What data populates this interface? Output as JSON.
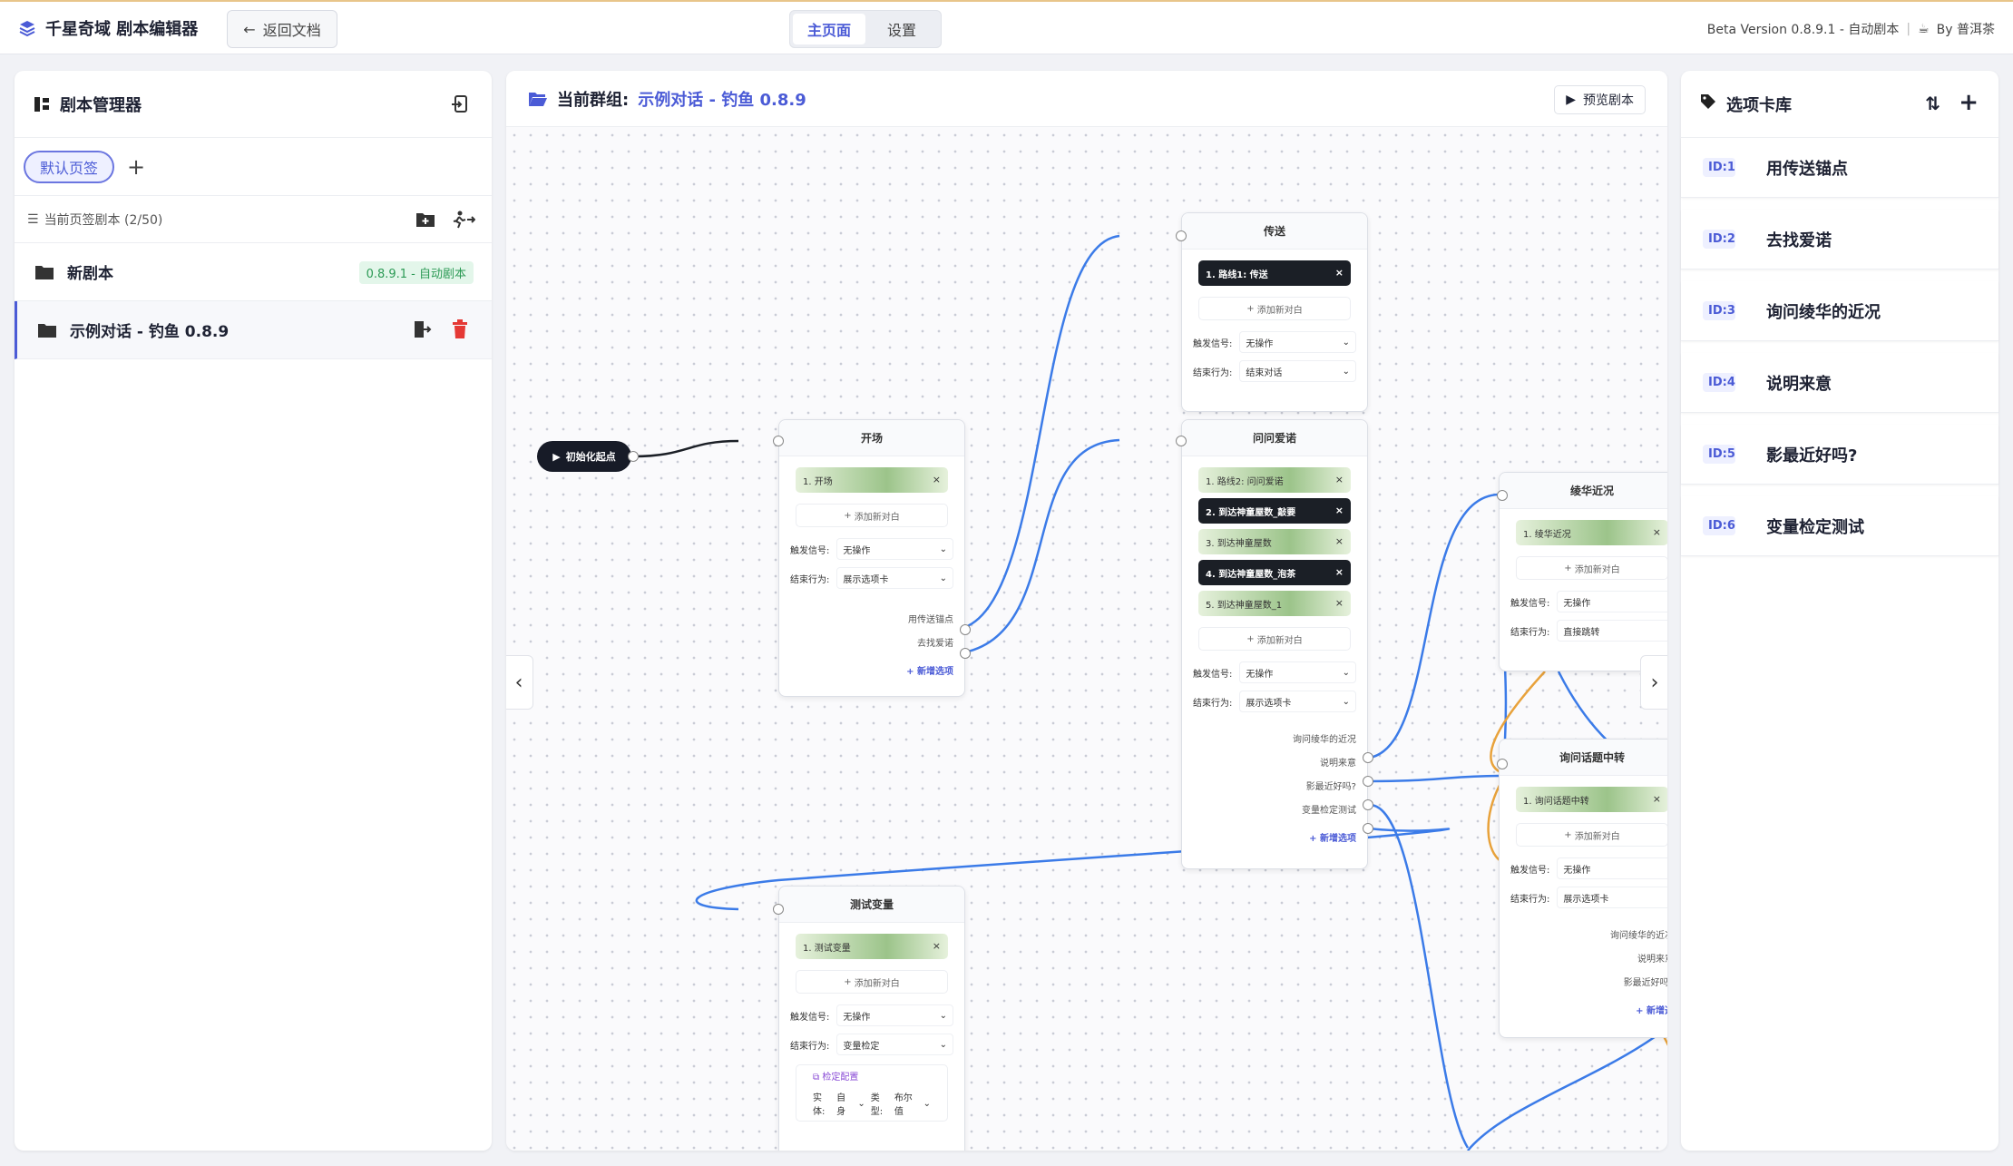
{
  "app": {
    "title": "千星奇域 剧本编辑器",
    "back_label": "返回文档",
    "version": "Beta Version 0.8.9.1 - 自动剧本",
    "author": "By 普洱茶"
  },
  "nav": {
    "tabs": [
      {
        "label": "主页面"
      },
      {
        "label": "设置"
      }
    ]
  },
  "script_manager": {
    "title": "剧本管理器",
    "default_tab": "默认页签",
    "list_header": "当前页签剧本 (2/50)",
    "items": [
      {
        "name": "新剧本",
        "badge": "0.8.9.1 - 自动剧本"
      },
      {
        "name": "示例对话 - 钓鱼 0.8.9"
      }
    ]
  },
  "editor": {
    "group_label": "当前群组:",
    "group_value": "示例对话 - 钓鱼 0.8.9",
    "preview_label": "预览剧本",
    "start_label": "初始化起点",
    "nodes": {
      "teleport": {
        "title": "传送",
        "dialogs": [
          "1. 路线1: 传送"
        ],
        "add_dialog": "添加新对白",
        "trigger_label": "触发信号:",
        "trigger_value": "无操作",
        "end_label": "结束行为:",
        "end_value": "结束对话"
      },
      "open": {
        "title": "开场",
        "dialogs": [
          "1. 开场"
        ],
        "add_dialog": "添加新对白",
        "trigger_label": "触发信号:",
        "trigger_value": "无操作",
        "end_label": "结束行为:",
        "end_value": "展示选项卡",
        "options": [
          "用传送锚点",
          "去找爱诺"
        ],
        "add_option": "新增选项"
      },
      "ask": {
        "title": "问问爱诺",
        "dialogs": [
          "1. 路线2: 问问爱诺",
          "2. 到达神童屋数_敲要",
          "3. 到达神童屋数",
          "4. 到达神童屋数_泡茶",
          "5. 到达神童屋数_1"
        ],
        "add_dialog": "添加新对白",
        "trigger_label": "触发信号:",
        "trigger_value": "无操作",
        "end_label": "结束行为:",
        "end_value": "展示选项卡",
        "options": [
          "询问绫华的近况",
          "说明来意",
          "影最近好吗?",
          "变量检定测试"
        ],
        "add_option": "新增选项"
      },
      "ayaka": {
        "title": "绫华近况",
        "dialogs": [
          "1. 绫华近况"
        ],
        "add_dialog": "添加新对白",
        "trigger_label": "触发信号:",
        "trigger_value": "无操作",
        "end_label": "结束行为:",
        "end_value": "直接跳转"
      },
      "relay": {
        "title": "询问话题中转",
        "dialogs": [
          "1. 询问话题中转"
        ],
        "add_dialog": "添加新对白",
        "trigger_label": "触发信号:",
        "trigger_value": "无操作",
        "end_label": "结束行为:",
        "end_value": "展示选项卡",
        "options": [
          "询问绫华的近况",
          "说明来意",
          "影最近好吗?"
        ],
        "add_option": "新增选"
      },
      "testvar": {
        "title": "测试变量",
        "dialogs": [
          "1. 测试变量"
        ],
        "add_dialog": "添加新对白",
        "trigger_label": "触发信号:",
        "trigger_value": "无操作",
        "end_label": "结束行为:",
        "end_value": "变量检定",
        "check_label": "检定配置",
        "entity_label": "实体:",
        "entity_value": "自身",
        "type_label": "类型:",
        "type_value": "布尔值"
      }
    }
  },
  "option_library": {
    "title": "选项卡库",
    "items": [
      {
        "id": "ID:1",
        "name": "用传送锚点"
      },
      {
        "id": "ID:2",
        "name": "去找爱诺"
      },
      {
        "id": "ID:3",
        "name": "询问绫华的近况"
      },
      {
        "id": "ID:4",
        "name": "说明来意"
      },
      {
        "id": "ID:5",
        "name": "影最近好吗?"
      },
      {
        "id": "ID:6",
        "name": "变量检定测试"
      }
    ]
  },
  "colors": {
    "accent": "#4b5bd6",
    "wire_blue": "#3b7be8",
    "wire_orange": "#e8a23b",
    "danger": "#e53935"
  }
}
